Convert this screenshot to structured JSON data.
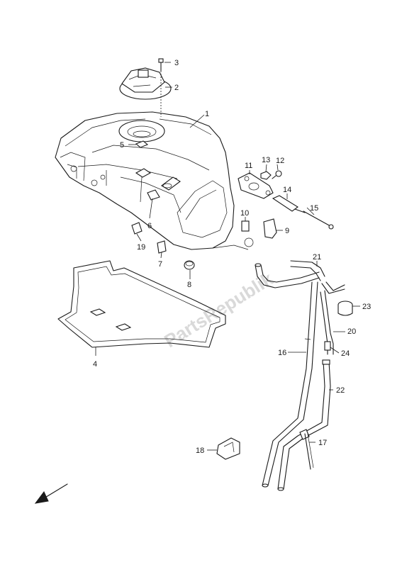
{
  "watermark": "PartsRepublik",
  "callouts": [
    {
      "id": "1",
      "part": "fuel-tank"
    },
    {
      "id": "2",
      "part": "fuel-cap"
    },
    {
      "id": "3",
      "part": "cap-bolt"
    },
    {
      "id": "4",
      "part": "tank-cushion"
    },
    {
      "id": "5",
      "part": "tank-label"
    },
    {
      "id": "6",
      "part": "rubber-pad"
    },
    {
      "id": "7",
      "part": "clip"
    },
    {
      "id": "8",
      "part": "grommet"
    },
    {
      "id": "9",
      "part": "rubber-cap"
    },
    {
      "id": "10",
      "part": "cushion"
    },
    {
      "id": "11",
      "part": "bracket-plate"
    },
    {
      "id": "12",
      "part": "screw"
    },
    {
      "id": "13",
      "part": "nut"
    },
    {
      "id": "14",
      "part": "damper"
    },
    {
      "id": "15",
      "part": "support-rod"
    },
    {
      "id": "16",
      "part": "drain-hose"
    },
    {
      "id": "17",
      "part": "hose-clamp-tie"
    },
    {
      "id": "18",
      "part": "hose-clamp"
    },
    {
      "id": "19",
      "part": "pad"
    },
    {
      "id": "20",
      "part": "breather-hose"
    },
    {
      "id": "21",
      "part": "hose"
    },
    {
      "id": "22",
      "part": "hose"
    },
    {
      "id": "23",
      "part": "cap"
    },
    {
      "id": "24",
      "part": "joint"
    }
  ]
}
